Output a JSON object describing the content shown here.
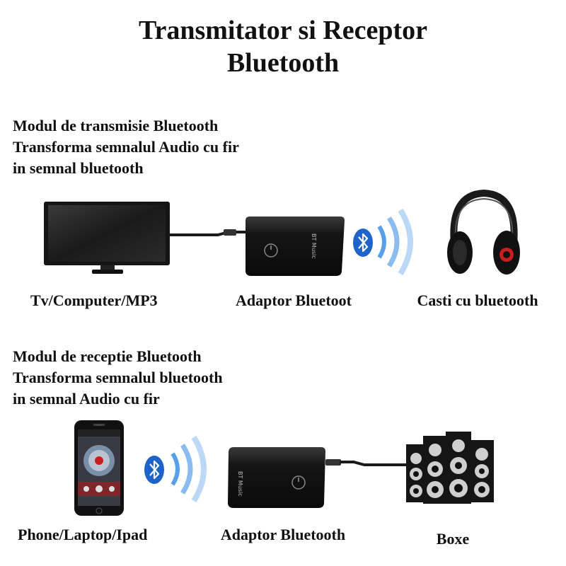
{
  "title": {
    "line1": "Transmitator si Receptor",
    "line2": "Bluetooth"
  },
  "transmit": {
    "line1": "Modul de transmisie Bluetooth",
    "line2": "Transforma semnalul Audio cu fir",
    "line3": "in semnal bluetooth",
    "captions": {
      "source": "Tv/Computer/MP3",
      "adapter": "Adaptor Bluetoot",
      "headphones": "Casti cu bluetooth"
    },
    "device_label": "BT Music"
  },
  "receive": {
    "line1": "Modul de receptie Bluetooth",
    "line2": "Transforma semnalul bluetooth",
    "line3": "in semnal Audio cu fir",
    "captions": {
      "phone": "Phone/Laptop/Ipad",
      "adapter": "Adaptor Bluetooth",
      "speakers": "Boxe"
    },
    "device_label": "BT Music"
  },
  "icons": {
    "bluetooth": "bluetooth-icon",
    "wave": "signal-wave-icon",
    "power": "power-icon"
  },
  "colors": {
    "bluetooth_blue": "#1e63c9",
    "wave_blue": "#3c8fe6",
    "device_black": "#121212",
    "accent_red": "#c81e1e"
  }
}
